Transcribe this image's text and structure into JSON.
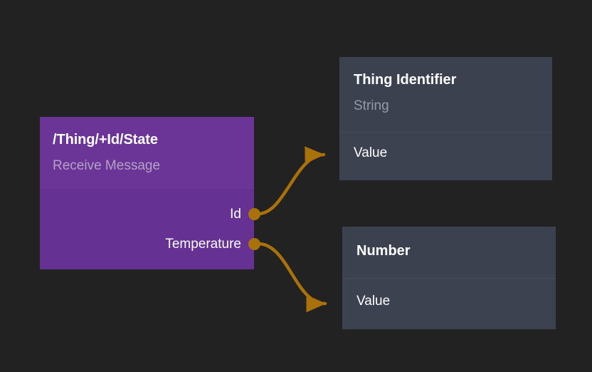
{
  "canvas": {
    "background_color": "#222222",
    "edge_color": "#a9710a"
  },
  "nodes": {
    "source": {
      "title": "/Thing/+Id/State",
      "subtitle": "Receive Message",
      "color": "#653193",
      "output_ports": [
        {
          "label": "Id"
        },
        {
          "label": "Temperature"
        }
      ]
    },
    "thing_identifier": {
      "title": "Thing Identifier",
      "subtitle": "String",
      "color": "#3d4250",
      "input_ports": [
        {
          "label": "Value"
        }
      ]
    },
    "number": {
      "title": "Number",
      "subtitle": "",
      "color": "#3d4250",
      "input_ports": [
        {
          "label": "Value"
        }
      ]
    }
  },
  "connections": [
    {
      "from": "Id",
      "to": "Thing Identifier.Value"
    },
    {
      "from": "Temperature",
      "to": "Number.Value"
    }
  ]
}
